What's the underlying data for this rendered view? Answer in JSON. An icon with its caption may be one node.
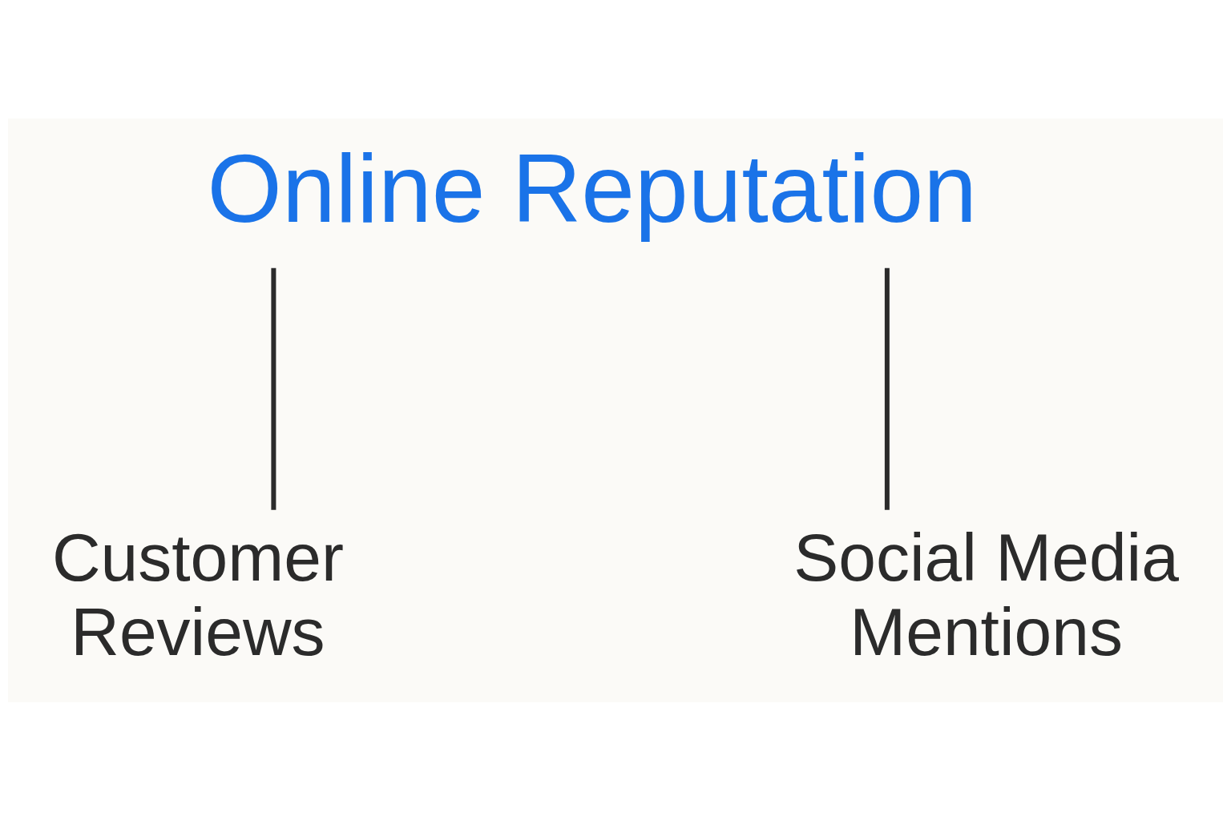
{
  "diagram": {
    "nodes": [
      {
        "text": [
          "Online Reputation"
        ]
      },
      {
        "text": [
          "Customer Reviews"
        ]
      },
      {
        "text": [
          "Social Media Mentions"
        ]
      }
    ],
    "edges": [
      {
        "from": 0,
        "to": 1,
        "arrow": "none"
      },
      {
        "from": 0,
        "to": 2,
        "arrow": "none"
      }
    ]
  }
}
